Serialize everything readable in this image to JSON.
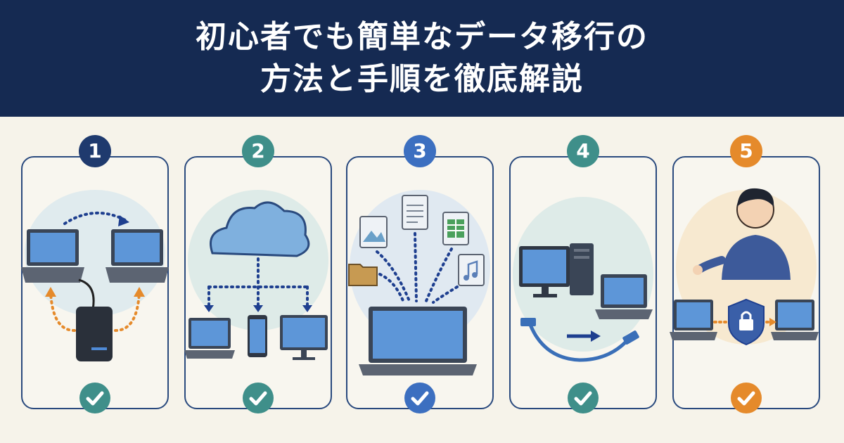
{
  "banner": {
    "title_line1": "初心者でも簡単なデータ移行の",
    "title_line2": "方法と手順を徹底解説"
  },
  "steps": [
    {
      "number": "1",
      "color": "#1f3a6e",
      "icon": "laptop-transfer-external-drive"
    },
    {
      "number": "2",
      "color": "#3f8f8a",
      "icon": "cloud-sync-devices"
    },
    {
      "number": "3",
      "color": "#3c6fc0",
      "icon": "files-to-laptop"
    },
    {
      "number": "4",
      "color": "#3f8f8a",
      "icon": "desktop-to-laptop-cable"
    },
    {
      "number": "5",
      "color": "#e58a2b",
      "icon": "person-secure-transfer"
    }
  ],
  "colors": {
    "banner_bg": "#152a52",
    "card_border": "#2a4a7e",
    "arrow_blue": "#1e3f8f",
    "arrow_orange": "#e58a2b"
  }
}
